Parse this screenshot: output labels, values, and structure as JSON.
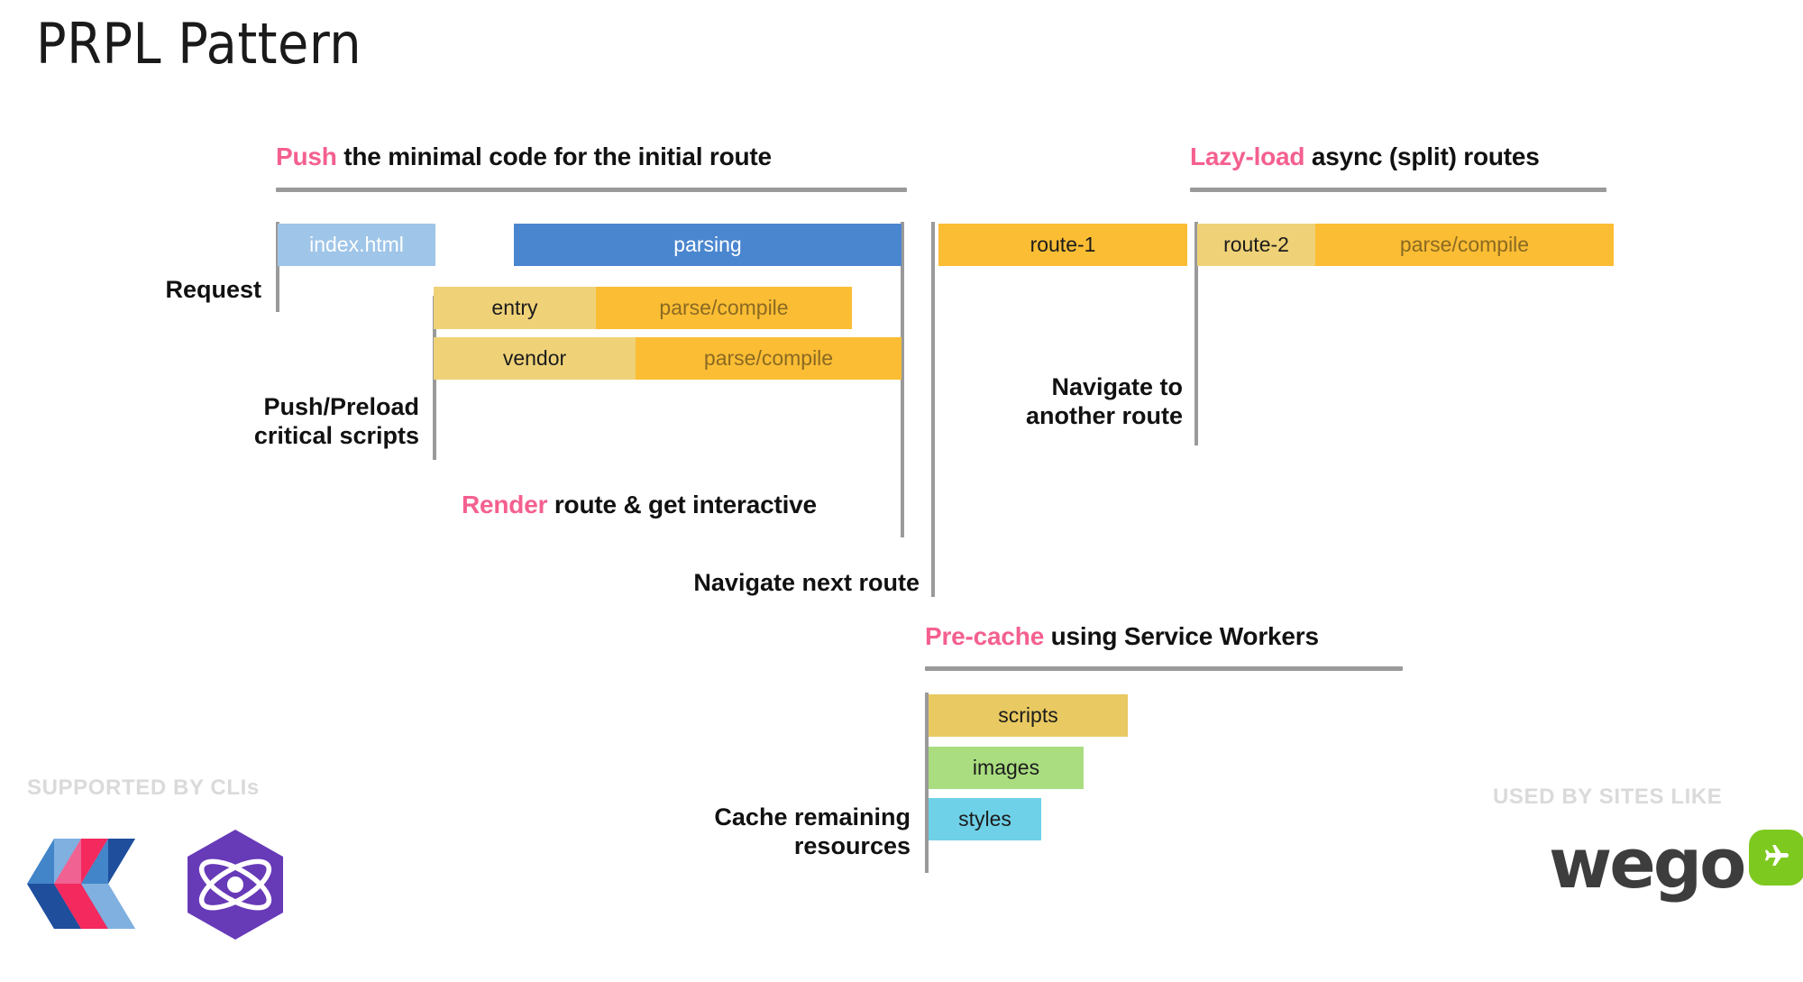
{
  "slide": {
    "title": "PRPL Pattern",
    "background": "#ffffff",
    "accent_pink": "#f4608f",
    "rule_gray": "#9a9a9a"
  },
  "sections": {
    "push": {
      "keyword": "Push",
      "rest": " the minimal code for the initial route"
    },
    "lazyload": {
      "keyword": "Lazy-load",
      "rest": " async (split) routes"
    },
    "render": {
      "keyword": "Render",
      "rest": " route & get interactive"
    },
    "precache": {
      "keyword": "Pre-cache",
      "rest": " using Service Workers"
    }
  },
  "labels": {
    "request": "Request",
    "push_preload": "Push/Preload\ncritical scripts",
    "navigate_next_route": "Navigate next route",
    "navigate_another_route": "Navigate to\nanother route",
    "cache_remaining": "Cache remaining\nresources"
  },
  "timeline": {
    "initial_route": [
      {
        "name": "index-html",
        "segments": [
          {
            "label": "index.html",
            "color": "#9fc5e8",
            "text_color": "#ffffff"
          }
        ]
      },
      {
        "name": "parsing",
        "segments": [
          {
            "label": "parsing",
            "color": "#4a86cf",
            "text_color": "#ffffff"
          }
        ]
      },
      {
        "name": "entry",
        "segments": [
          {
            "label": "entry",
            "color": "#efd278",
            "text_color": "#1c1c1c"
          },
          {
            "label": "parse/compile",
            "color": "#fbbd34",
            "text_color": "#8a6a22"
          }
        ]
      },
      {
        "name": "vendor",
        "segments": [
          {
            "label": "vendor",
            "color": "#efd278",
            "text_color": "#1c1c1c"
          },
          {
            "label": "parse/compile",
            "color": "#fbbd34",
            "text_color": "#8a6a22"
          }
        ]
      }
    ],
    "lazy_routes": [
      {
        "name": "route-1",
        "segments": [
          {
            "label": "route-1",
            "color": "#fbbd34",
            "text_color": "#1c1c1c"
          }
        ]
      },
      {
        "name": "route-2",
        "segments": [
          {
            "label": "route-2",
            "color": "#efd278",
            "text_color": "#1c1c1c"
          },
          {
            "label": "parse/compile",
            "color": "#fbbd34",
            "text_color": "#8a6a22"
          }
        ]
      }
    ],
    "precache": [
      {
        "label": "scripts",
        "color": "#e9c961"
      },
      {
        "label": "images",
        "color": "#a9dd80"
      },
      {
        "label": "styles",
        "color": "#6fd1e8"
      }
    ]
  },
  "bar_text": {
    "index_html": "index.html",
    "parsing": "parsing",
    "entry": "entry",
    "entry_parse": "parse/compile",
    "vendor": "vendor",
    "vendor_parse": "parse/compile",
    "route1": "route-1",
    "route2": "route-2",
    "route2_parse": "parse/compile",
    "scripts": "scripts",
    "images": "images",
    "styles": "styles"
  },
  "footer": {
    "left_caption": "SUPPORTED BY CLIs",
    "right_caption": "USED BY SITES LIKE",
    "logos": [
      {
        "name": "polymer-logo"
      },
      {
        "name": "preact-logo"
      }
    ],
    "brand": {
      "name": "wego-logo",
      "text": "wego",
      "badge_color": "#7ec91f",
      "text_color": "#3d3d3d"
    }
  }
}
